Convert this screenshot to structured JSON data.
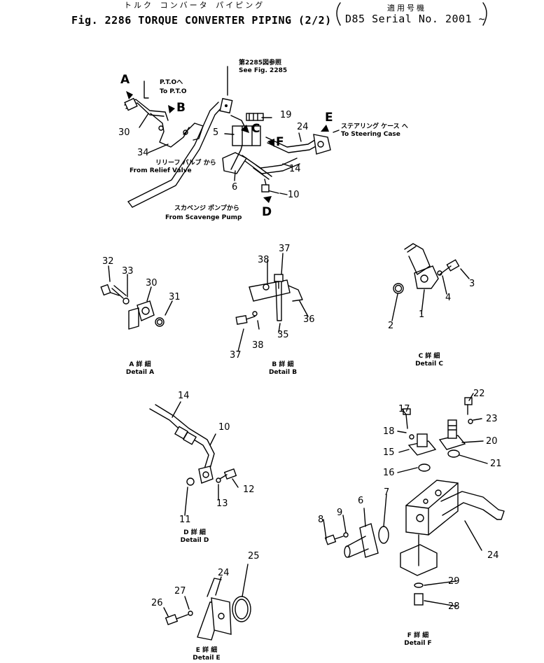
{
  "header": {
    "title_jp": "トルク コンバータ パイピング",
    "title": "Fig. 2286 TORQUE CONVERTER PIPING (2/2)",
    "applicable_jp": "適用号機",
    "serial": "D85 Serial No. 2001 ~"
  },
  "main": {
    "view_letters": [
      "A",
      "B",
      "C",
      "D",
      "E",
      "F"
    ],
    "part_numbers": [
      "30",
      "34",
      "5",
      "19",
      "24",
      "14",
      "6",
      "10"
    ],
    "notes": {
      "see_fig_jp": "第2285図参照",
      "see_fig": "See Fig. 2285",
      "pto_jp": "P.T.Oへ",
      "pto": "To P.T.O",
      "relief_jp": "リリーフ バルブ から",
      "relief": "From Relief Valve",
      "steering_jp": "ステアリング ケース へ",
      "steering": "To Steering Case",
      "scavenge_jp": "スカベンジ ポンプから",
      "scavenge": "From Scavenge Pump"
    }
  },
  "details": {
    "a": {
      "jp": "A 詳 細",
      "label": "Detail A",
      "parts": [
        "32",
        "33",
        "30",
        "31"
      ]
    },
    "b": {
      "jp": "B 詳 細",
      "label": "Detail B",
      "parts": [
        "37",
        "38",
        "36",
        "35",
        "37",
        "38"
      ]
    },
    "c": {
      "jp": "C 詳 細",
      "label": "Detail C",
      "parts": [
        "3",
        "4",
        "2",
        "1"
      ]
    },
    "d": {
      "jp": "D 詳 細",
      "label": "Detail D",
      "parts": [
        "14",
        "10",
        "12",
        "13",
        "11"
      ]
    },
    "e": {
      "jp": "E 詳 細",
      "label": "Detail E",
      "parts": [
        "25",
        "24",
        "27",
        "26"
      ]
    },
    "f": {
      "jp": "F 詳 細",
      "label": "Detail F",
      "parts": [
        "17",
        "22",
        "18",
        "23",
        "15",
        "20",
        "16",
        "21",
        "7",
        "6",
        "9",
        "8",
        "24",
        "29",
        "28"
      ]
    }
  }
}
